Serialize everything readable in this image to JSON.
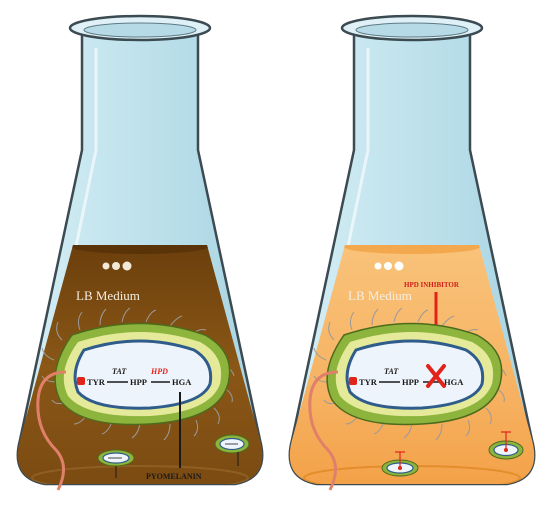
{
  "flasks": [
    {
      "id": "left",
      "medium_label": "LB Medium",
      "medium_color": "#7a4a12",
      "pathway": {
        "substrate": "TYR",
        "enzyme1": "TAT",
        "intermediate": "HPP",
        "enzyme2": "HPD",
        "product": "HGA"
      },
      "output_label": "PYOMELANIN"
    },
    {
      "id": "right",
      "medium_label": "LB Medium",
      "medium_color": "#f6b262",
      "pathway": {
        "substrate": "TYR",
        "enzyme1": "TAT",
        "intermediate": "HPP",
        "product": "HGA"
      },
      "inhibitor_label": "HPD INHIBITOR"
    }
  ],
  "colors": {
    "glass": "#bfe2ec",
    "glass_stroke": "#3c4a52",
    "cell_outer": "#8db43c",
    "cell_inner": "#e4ea9a",
    "cytoplasm": "#eef4fb",
    "enzyme_red": "#e2231a",
    "inhibitor_red": "#e2231a",
    "flagellum": "#e0806a"
  }
}
